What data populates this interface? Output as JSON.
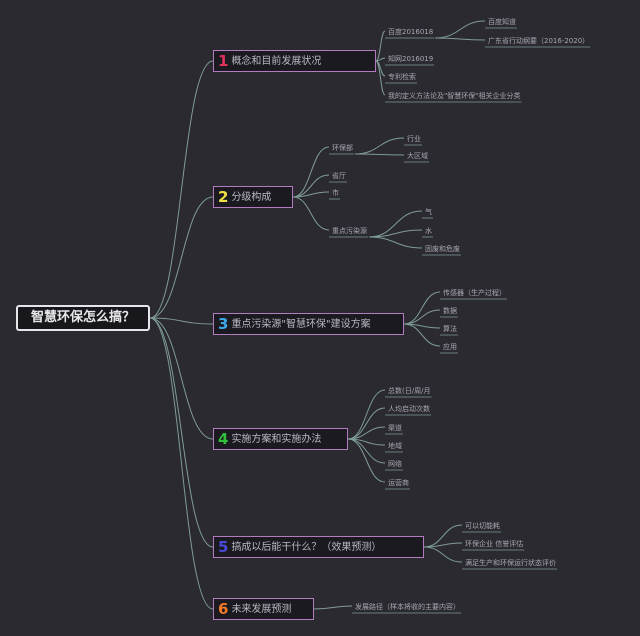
{
  "root": {
    "label": "智慧环保怎么搞？"
  },
  "colors": {
    "line": "#7f9c98",
    "branch_border": "#b37cc0",
    "num": [
      "#e0325c",
      "#f0e04a",
      "#3ea8e8",
      "#2fbf3a",
      "#4a4ad8",
      "#f27a2a"
    ]
  },
  "branches": [
    {
      "num": "1",
      "label": "概念和目前发展状况",
      "children": [
        {
          "label": "百度2016018",
          "children": [
            {
              "label": "百度知道"
            },
            {
              "label": "广东省行动纲要（2016-2020）"
            }
          ]
        },
        {
          "label": "知网2016019"
        },
        {
          "label": "专利检索"
        },
        {
          "label": "我的定义方法论及\"智慧环保\"相关企业分类"
        }
      ]
    },
    {
      "num": "2",
      "label": "分级构成",
      "children": [
        {
          "label": "环保部",
          "children": [
            {
              "label": "行业"
            },
            {
              "label": "大区域"
            }
          ]
        },
        {
          "label": "省厅"
        },
        {
          "label": "市"
        },
        {
          "label": "重点污染源",
          "children": [
            {
              "label": "气"
            },
            {
              "label": "水"
            },
            {
              "label": "固废和危废"
            }
          ]
        }
      ]
    },
    {
      "num": "3",
      "label": "重点污染源\"智慧环保\"建设方案",
      "children": [
        {
          "label": "传感器（生产过程）"
        },
        {
          "label": "数据"
        },
        {
          "label": "算法"
        },
        {
          "label": "应用"
        }
      ]
    },
    {
      "num": "4",
      "label": "实施方案和实施办法",
      "children": [
        {
          "label": "总数(日/周/月"
        },
        {
          "label": "人均启动次数"
        },
        {
          "label": "渠道"
        },
        {
          "label": "地域"
        },
        {
          "label": "网络"
        },
        {
          "label": "运营商"
        }
      ]
    },
    {
      "num": "5",
      "label": "搞成以后能干什么？（效果预测）",
      "children": [
        {
          "label": "可以切能耗"
        },
        {
          "label": "环保企业 信誉评估"
        },
        {
          "label": "满足生产和环保运行状态评价"
        }
      ]
    },
    {
      "num": "6",
      "label": "未来发展预测",
      "children": [
        {
          "label": "发展路径（样本将收的主要内容）"
        }
      ]
    }
  ]
}
